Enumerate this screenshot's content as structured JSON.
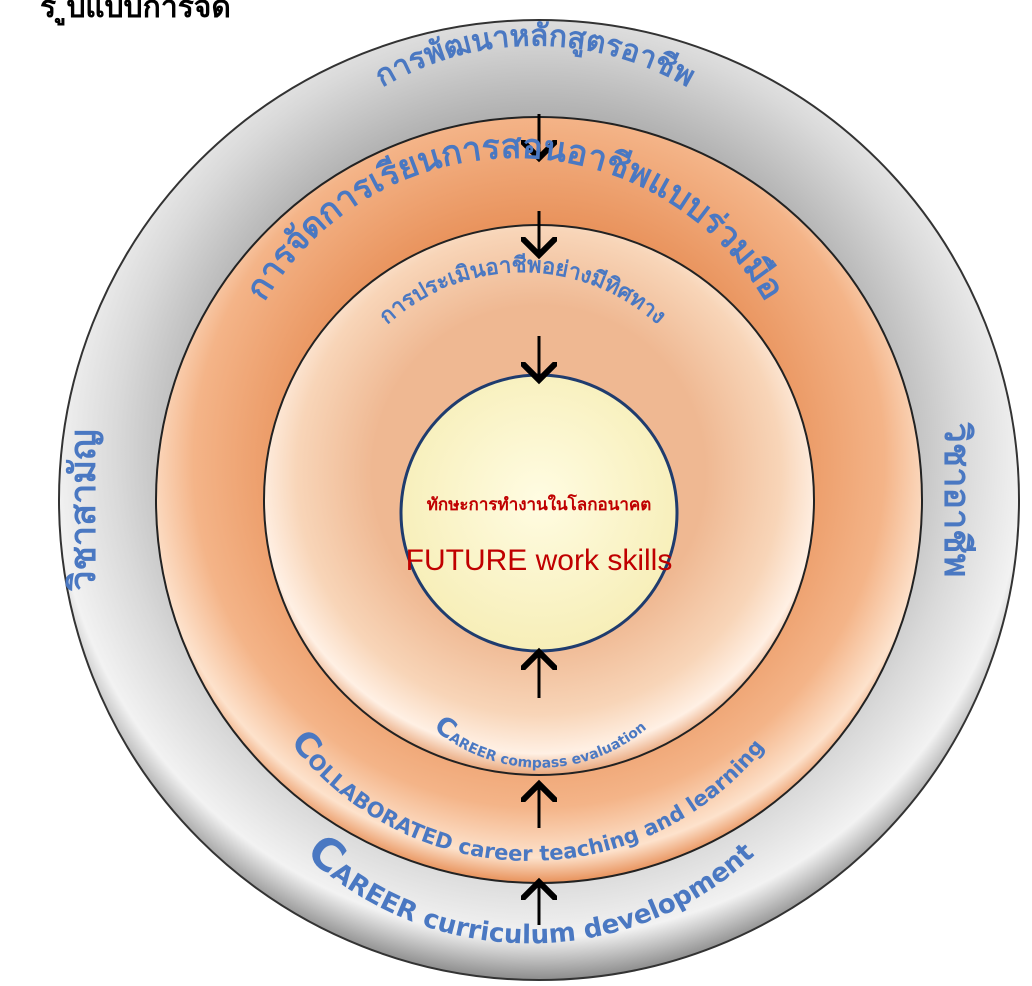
{
  "header": {
    "text": "ร้ ูปแบบการจัด"
  },
  "watermark": {
    "text": ""
  },
  "rings": {
    "outer": {
      "top_label": "การพัฒนาหลักสูตรอาชีพ",
      "bottom_cap": "C",
      "bottom_label": "AREER curriculum development"
    },
    "second": {
      "top_label": "การจัดการเรียนการสอนอาชีพแบบร่วมมือ",
      "bottom_cap": "C",
      "bottom_label": "OLLABORATED career teaching and learning"
    },
    "third": {
      "top_label": "การประเมินอาชีพอย่างมีทิศทาง",
      "bottom_cap": "C",
      "bottom_label": "AREER compass evaluation"
    }
  },
  "side_labels": {
    "left": "วิชาสามัญ",
    "right": "วิชาอาชีพ"
  },
  "center": {
    "thai_label": "ทักษะการทำงานในโลกอนาคต",
    "english_label": "FUTURE work skills"
  },
  "colors": {
    "outer_ring": "#bfbfbf",
    "second_ring": "#f0a878",
    "third_ring": "#f6c9a6",
    "center_fill": "#fdf6c8",
    "blue_text": "#4a78c2",
    "center_text": "#c00000"
  }
}
